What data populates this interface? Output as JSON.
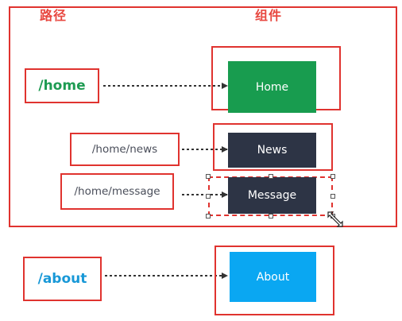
{
  "headers": {
    "path": "路径",
    "component": "组件"
  },
  "routes": [
    {
      "path": "/home",
      "component": "Home"
    },
    {
      "path": "/home/news",
      "component": "News"
    },
    {
      "path": "/home/message",
      "component": "Message"
    },
    {
      "path": "/about",
      "component": "About"
    }
  ],
  "colors": {
    "frame": "#e0332f",
    "home_path": "#1e9b52",
    "about_path": "#1898d7",
    "home_component": "#189c4f",
    "news_component": "#2d3445",
    "message_component": "#2d3445",
    "about_component": "#0aa7f2"
  }
}
